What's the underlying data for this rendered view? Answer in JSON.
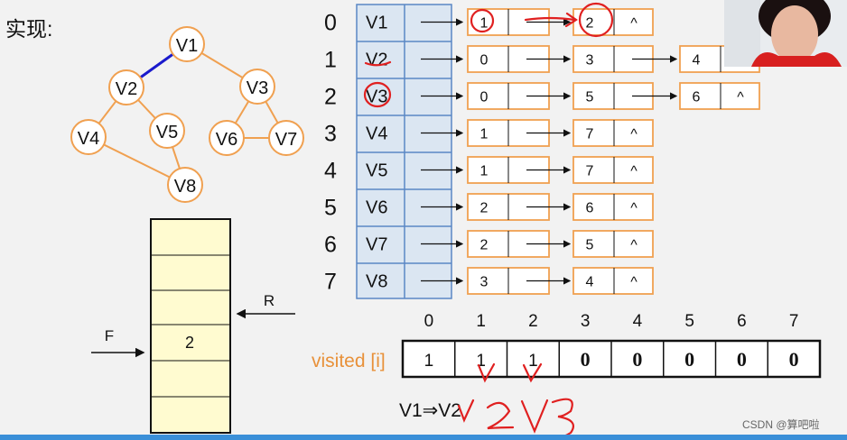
{
  "title": "实现:",
  "graph": {
    "nodes": [
      "V1",
      "V2",
      "V3",
      "V4",
      "V5",
      "V6",
      "V7",
      "V8"
    ],
    "edges": [
      [
        "V1",
        "V2"
      ],
      [
        "V1",
        "V3"
      ],
      [
        "V2",
        "V4"
      ],
      [
        "V2",
        "V5"
      ],
      [
        "V3",
        "V6"
      ],
      [
        "V3",
        "V7"
      ],
      [
        "V6",
        "V7"
      ],
      [
        "V4",
        "V8"
      ],
      [
        "V5",
        "V8"
      ]
    ],
    "highlighted_edge": [
      "V1",
      "V2"
    ]
  },
  "adjacency": {
    "indices": [
      "0",
      "1",
      "2",
      "3",
      "4",
      "5",
      "6",
      "7"
    ],
    "vertices": [
      "V1",
      "V2",
      "V3",
      "V4",
      "V5",
      "V6",
      "V7",
      "V8"
    ],
    "lists": [
      [
        "1",
        "2",
        "^"
      ],
      [
        "0",
        "3",
        "4"
      ],
      [
        "0",
        "5",
        "6",
        "^"
      ],
      [
        "1",
        "7",
        "^"
      ],
      [
        "1",
        "7",
        "^"
      ],
      [
        "2",
        "6",
        "^"
      ],
      [
        "2",
        "5",
        "^"
      ],
      [
        "3",
        "4",
        "^"
      ]
    ]
  },
  "queue": {
    "front_label": "F",
    "rear_label": "R",
    "items": [
      "2"
    ]
  },
  "visited": {
    "label": "visited [i]",
    "indices": [
      "0",
      "1",
      "2",
      "3",
      "4",
      "5",
      "6",
      "7"
    ],
    "values": [
      "1",
      "1",
      "1",
      "0",
      "0",
      "0",
      "0",
      "0"
    ]
  },
  "traversal_text": "V1⇒V2",
  "handwriting": "2 V3",
  "watermark": "CSDN @算吧啦",
  "colors": {
    "orange": "#f0a050",
    "blue_edge": "#1a1acc",
    "vertex_fill": "#dbe6f2",
    "queue_fill": "#fffbd0",
    "annotation_red": "#e02020",
    "bottom_bar": "#3a8fd8"
  }
}
